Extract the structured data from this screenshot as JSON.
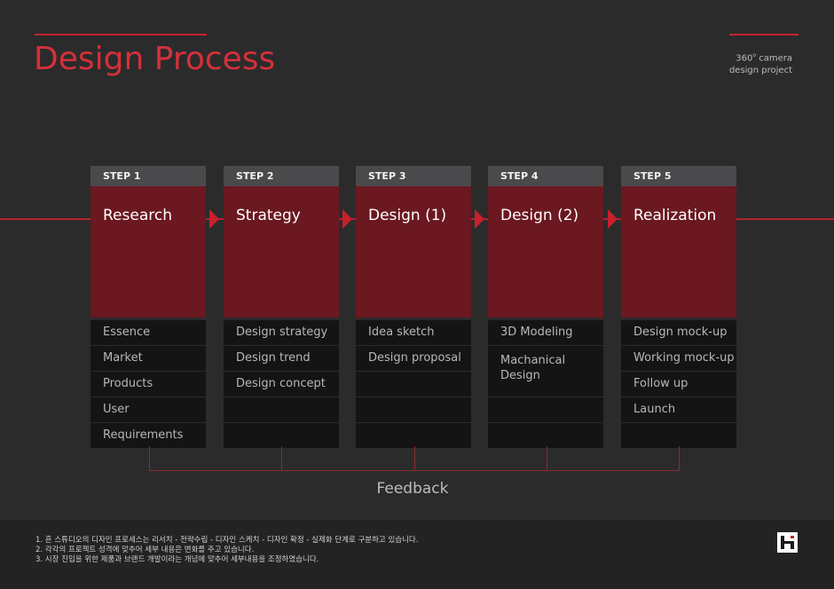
{
  "header": {
    "title": "Design Process",
    "subtitle_line1_prefix": "360",
    "subtitle_degree": "o",
    "subtitle_line1_suffix": " camera",
    "subtitle_line2": "design project"
  },
  "steps": [
    {
      "label": "STEP 1",
      "name": "Research",
      "items": [
        "Essence",
        "Market",
        "Products",
        "User",
        "Requirements"
      ]
    },
    {
      "label": "STEP 2",
      "name": "Strategy",
      "items": [
        "Design strategy",
        "Design trend",
        "Design concept"
      ]
    },
    {
      "label": "STEP 3",
      "name": "Design (1)",
      "items": [
        "Idea sketch",
        "Design proposal"
      ]
    },
    {
      "label": "STEP 4",
      "name": "Design (2)",
      "items": [
        "3D Modeling",
        "Machanical Design"
      ]
    },
    {
      "label": "STEP 5",
      "name": "Realization",
      "items": [
        "Design mock-up",
        "Working mock-up",
        "Follow up",
        "Launch"
      ]
    }
  ],
  "feedback": {
    "label": "Feedback"
  },
  "footer": {
    "notes": [
      "1. 흔 스튜디오의 디자인 프로세스는  리서치 - 전략수립 - 디자인 스케치 - 디자인 확정 - 실제화 단계로 구분하고 있습니다.",
      "2. 각각의 프로젝트 성격에 맞추어 세부 내용은 변화를 주고 있습니다.",
      "3. 시장 진입을 위한 제품과 브랜드 개발이라는 개념에 맞추어 세부내용을 조정하였습니다."
    ]
  },
  "colors": {
    "accent": "#c8202c",
    "step_body": "#6b1820",
    "background": "#2b2b2c"
  }
}
